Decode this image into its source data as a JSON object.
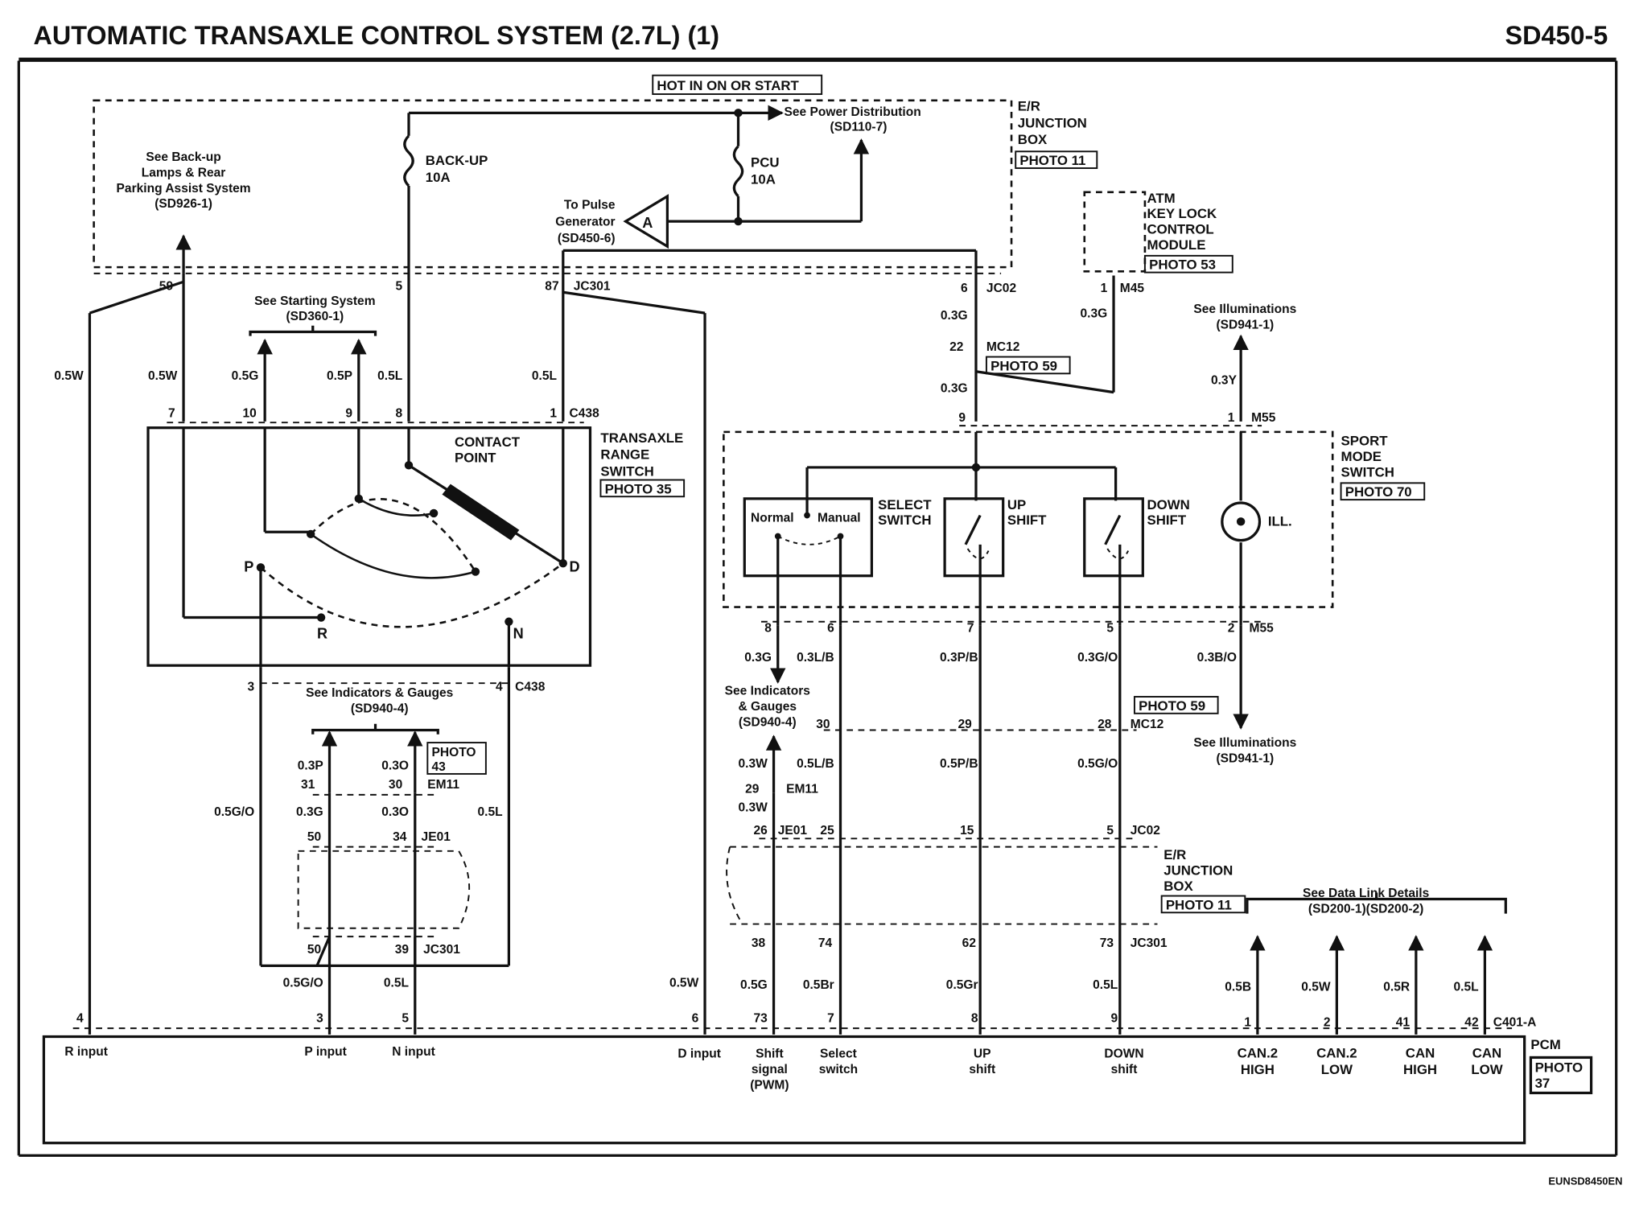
{
  "header": {
    "title": "AUTOMATIC TRANSAXLE CONTROL SYSTEM (2.7L) (1)",
    "code": "SD450-5"
  },
  "footer": {
    "ref": "EUNSD8450EN"
  },
  "colors": {
    "ink": "#111111",
    "paper": "#ffffff"
  },
  "junction_box": {
    "hot_label": "HOT IN ON OR START",
    "name_lines": [
      "E/R",
      "JUNCTION",
      "BOX"
    ],
    "photo": "PHOTO 11",
    "power_ref_lines": [
      "See Power Distribution",
      "(SD110-7)"
    ],
    "backup_fuse": [
      "BACK-UP",
      "10A"
    ],
    "pcu_fuse": [
      "PCU",
      "10A"
    ],
    "pulse_ref_lines": [
      "To Pulse",
      "Generator",
      "(SD450-6)"
    ],
    "pulse_node": "A",
    "backup_lamps_ref_lines": [
      "See Back-up",
      "Lamps & Rear",
      "Parking Assist System",
      "(SD926-1)"
    ],
    "pins": {
      "p59": "59",
      "p5": "5",
      "p87": "87",
      "jc301": "JC301",
      "p6": "6",
      "jc02": "JC02"
    }
  },
  "key_lock": {
    "name_lines": [
      "ATM",
      "KEY LOCK",
      "CONTROL",
      "MODULE"
    ],
    "photo": "PHOTO 53",
    "pin": "1",
    "connector": "M45",
    "wire": "0.3G"
  },
  "mc12_top": {
    "pin": "22",
    "connector": "MC12",
    "photo": "PHOTO 59",
    "wire_top": "0.3G",
    "wire_bottom": "0.3G"
  },
  "starting_ref_lines": [
    "See Starting System",
    "(SD360-1)"
  ],
  "wires_top": {
    "w1": "0.5W",
    "w2": "0.5W",
    "w3": "0.5G",
    "w4": "0.5P",
    "w5": "0.5L",
    "w6": "0.5L"
  },
  "range_switch": {
    "name_lines": [
      "TRANSAXLE",
      "RANGE",
      "SWITCH"
    ],
    "photo": "PHOTO 35",
    "contact_lines": [
      "CONTACT",
      "POINT"
    ],
    "top_pins": [
      "7",
      "10",
      "9",
      "8",
      "1"
    ],
    "top_connector": "C438",
    "positions": {
      "p": "P",
      "r": "R",
      "n": "N",
      "d": "D"
    },
    "bottom_pins": [
      "3",
      "4"
    ],
    "bottom_connector": "C438"
  },
  "gauges_left": {
    "ref_lines": [
      "See Indicators & Gauges",
      "(SD940-4)"
    ],
    "photo_lines": [
      "PHOTO",
      "43"
    ],
    "w_p": "0.3P",
    "w_o": "0.3O",
    "pin31": "31",
    "pin30": "30",
    "em11": "EM11",
    "w_g": "0.3G",
    "w_o2": "0.3O",
    "pin50": "50",
    "pin34": "34",
    "je01": "JE01",
    "w_go": "0.5G/O",
    "w_l": "0.5L"
  },
  "jc301_left": {
    "pin50": "50",
    "pin39": "39",
    "connector": "JC301",
    "w1": "0.5G/O",
    "w2": "0.5L",
    "w3": "0.5W"
  },
  "sport_mode": {
    "name_lines": [
      "SPORT",
      "MODE",
      "SWITCH"
    ],
    "photo": "PHOTO 70",
    "select_lines": [
      "SELECT",
      "SWITCH"
    ],
    "normal": "Normal",
    "manual": "Manual",
    "up_lines": [
      "UP",
      "SHIFT"
    ],
    "down_lines": [
      "DOWN",
      "SHIFT"
    ],
    "ill": "ILL.",
    "top_pin": "9",
    "top_pin_r": "1",
    "top_conn": "M55",
    "bottom_pins": [
      "8",
      "6",
      "7",
      "5",
      "2"
    ],
    "bottom_conn": "M55"
  },
  "illum": {
    "ref_top_lines": [
      "See Illuminations",
      "(SD941-1)"
    ],
    "wire_top": "0.3Y",
    "wire_bottom": "0.3B/O",
    "ref_bottom_lines": [
      "See Illuminations",
      "(SD941-1)"
    ]
  },
  "right_wires": {
    "w8": "0.3G",
    "w6": "0.3L/B",
    "w7": "0.3P/B",
    "w5": "0.3G/O",
    "gauges_ref_lines": [
      "See Indicators",
      "& Gauges",
      "(SD940-4)"
    ],
    "mc12_pins": [
      "30",
      "29",
      "28"
    ],
    "mc12": "MC12",
    "photo59": "PHOTO 59",
    "w_3w": "0.3W",
    "w_5lb": "0.5L/B",
    "w_5pb": "0.5P/B",
    "w_5go": "0.5G/O",
    "em11_pin": "29",
    "em11": "EM11",
    "w_3w2": "0.3W",
    "je01_pins": [
      "26",
      "25"
    ],
    "je01": "JE01",
    "pin15": "15",
    "pin5": "5",
    "jc02": "JC02",
    "erjb_lines": [
      "E/R",
      "JUNCTION",
      "BOX"
    ],
    "erjb_photo": "PHOTO 11",
    "jc301_pins": [
      "38",
      "74",
      "62",
      "73"
    ],
    "jc301": "JC301",
    "w_5g": "0.5G",
    "w_5br": "0.5Br",
    "w_5gr": "0.5Gr",
    "w_5l": "0.5L"
  },
  "data_link": {
    "ref_lines": [
      "See Data Link Details",
      "(SD200-1)(SD200-2)"
    ],
    "wires": [
      "0.5B",
      "0.5W",
      "0.5R",
      "0.5L"
    ],
    "pins": [
      "1",
      "2",
      "41",
      "42"
    ],
    "connector": "C401-A"
  },
  "pcm": {
    "name": "PCM",
    "photo_lines": [
      "PHOTO",
      "37"
    ],
    "pins": [
      "4",
      "3",
      "5",
      "6",
      "73",
      "7",
      "8",
      "9"
    ],
    "r_input": "R input",
    "p_input": "P input",
    "n_input": "N input",
    "d_input": "D input",
    "shift_lines": [
      "Shift",
      "signal",
      "(PWM)"
    ],
    "select_lines": [
      "Select",
      "switch"
    ],
    "up_lines": [
      "UP",
      "shift"
    ],
    "down_lines": [
      "DOWN",
      "shift"
    ],
    "can2h_lines": [
      "CAN.2",
      "HIGH"
    ],
    "can2l_lines": [
      "CAN.2",
      "LOW"
    ],
    "canh_lines": [
      "CAN",
      "HIGH"
    ],
    "canl_lines": [
      "CAN",
      "LOW"
    ]
  }
}
